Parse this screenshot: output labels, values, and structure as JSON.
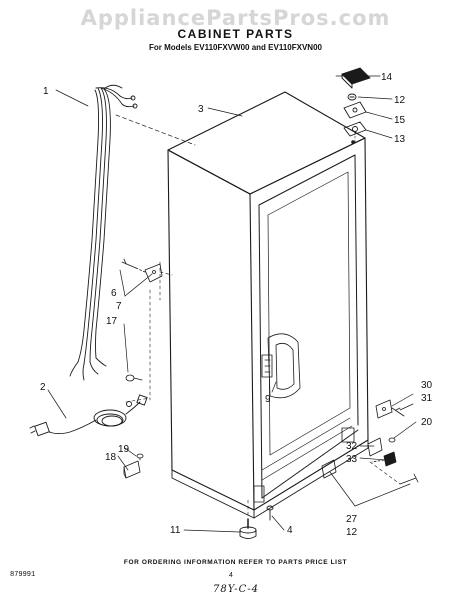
{
  "watermark": "AppliancePartsPros.com",
  "title": "CABINET PARTS",
  "subtitle": "For Models EV110FXVW00 and EV110FXVN00",
  "footer_note": "FOR ORDERING INFORMATION REFER TO PARTS PRICE LIST",
  "diagram_code": "879991",
  "page_number": "4",
  "handwritten_note": "78Y-C-4",
  "callouts": {
    "c1": "1",
    "c2": "2",
    "c3": "3",
    "c4": "4",
    "c6": "6",
    "c7": "7",
    "c9": "9",
    "c11": "11",
    "c12a": "12",
    "c12b": "12",
    "c13": "13",
    "c14": "14",
    "c15": "15",
    "c17": "17",
    "c18": "18",
    "c19": "19",
    "c20": "20",
    "c27": "27",
    "c30": "30",
    "c31": "31",
    "c32": "32",
    "c33": "33"
  }
}
